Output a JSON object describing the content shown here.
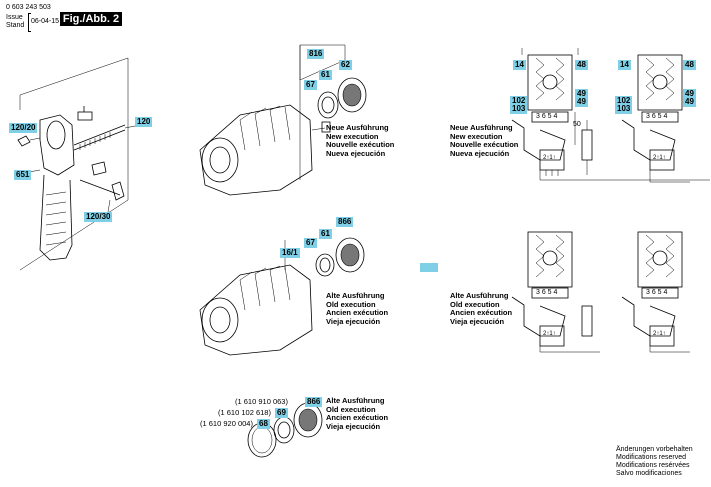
{
  "header": {
    "part_number": "0 603 243 503",
    "issue_label": "Issue",
    "stand_label": "Stand",
    "date": "06-04-15",
    "figure": "Fig./Abb. 2"
  },
  "handle_labels": [
    "120/20",
    "120",
    "651",
    "120/30"
  ],
  "new_group": {
    "labels": [
      "816",
      "61",
      "67",
      "62"
    ],
    "caption": [
      "Neue Ausführung",
      "New execution",
      "Nouvelle exécution",
      "Nueva ejecución"
    ]
  },
  "old_group": {
    "labels": [
      "866",
      "61",
      "67",
      "16/1"
    ],
    "caption": [
      "Alte Ausführung",
      "Old execution",
      "Ancien exécution",
      "Vieja ejecución"
    ]
  },
  "old_parts_group": {
    "part_numbers": [
      "(1 610 910 063)",
      "(1 610 102 618)",
      "(1 610 920 004)"
    ],
    "labels": [
      "866",
      "69",
      "68"
    ],
    "caption": [
      "Alte Ausführung",
      "Old execution",
      "Ancien exécution",
      "Vieja ejecución"
    ]
  },
  "wiring_new": {
    "labels_left": [
      "14",
      "102",
      "103"
    ],
    "labels_right": [
      "48",
      "49",
      "49"
    ],
    "labels_right2": [
      "14",
      "102",
      "103"
    ],
    "labels_right2_r": [
      "48",
      "49",
      "49"
    ],
    "terminal_block": "3 6 5 4",
    "switch_label": "2↑1↑",
    "cap_value": "50",
    "caption": [
      "Neue Ausführung",
      "New execution",
      "Nouvelle exécution",
      "Nueva ejecución"
    ]
  },
  "wiring_old": {
    "terminal_block": "3 6 5 4",
    "switch_label": "2↑1↑",
    "caption": [
      "Alte Ausführung",
      "Old execution",
      "Ancien exécution",
      "Vieja ejecución"
    ]
  },
  "footer": [
    "Änderungen vorbehalten",
    "Modifications reserved",
    "Modifications resérvées",
    "Salvo modificaciones"
  ],
  "colors": {
    "label_bg": "#7fd0e6"
  }
}
